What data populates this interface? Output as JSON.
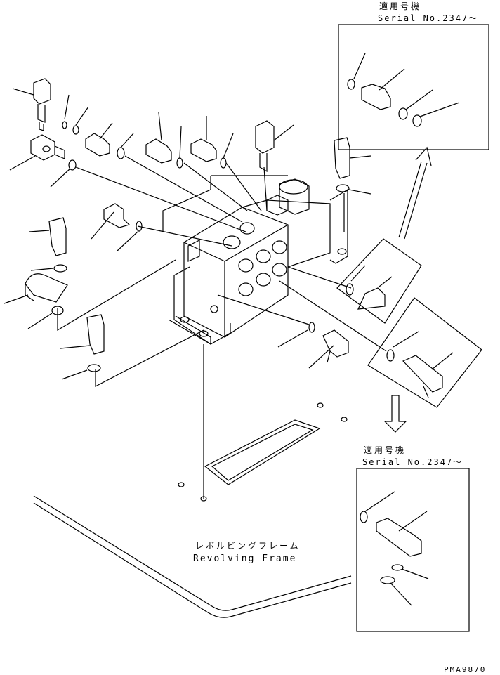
{
  "top_inset": {
    "applicability": "適用号機",
    "serial": "Serial No.2347～"
  },
  "bottom_inset": {
    "applicability": "適用号機",
    "serial": "Serial No.2347～"
  },
  "frame_label": {
    "japanese": "レボルビングフレーム",
    "english": "Revolving Frame"
  },
  "drawing_code": "PMA9870",
  "stroke_color": "#000000"
}
